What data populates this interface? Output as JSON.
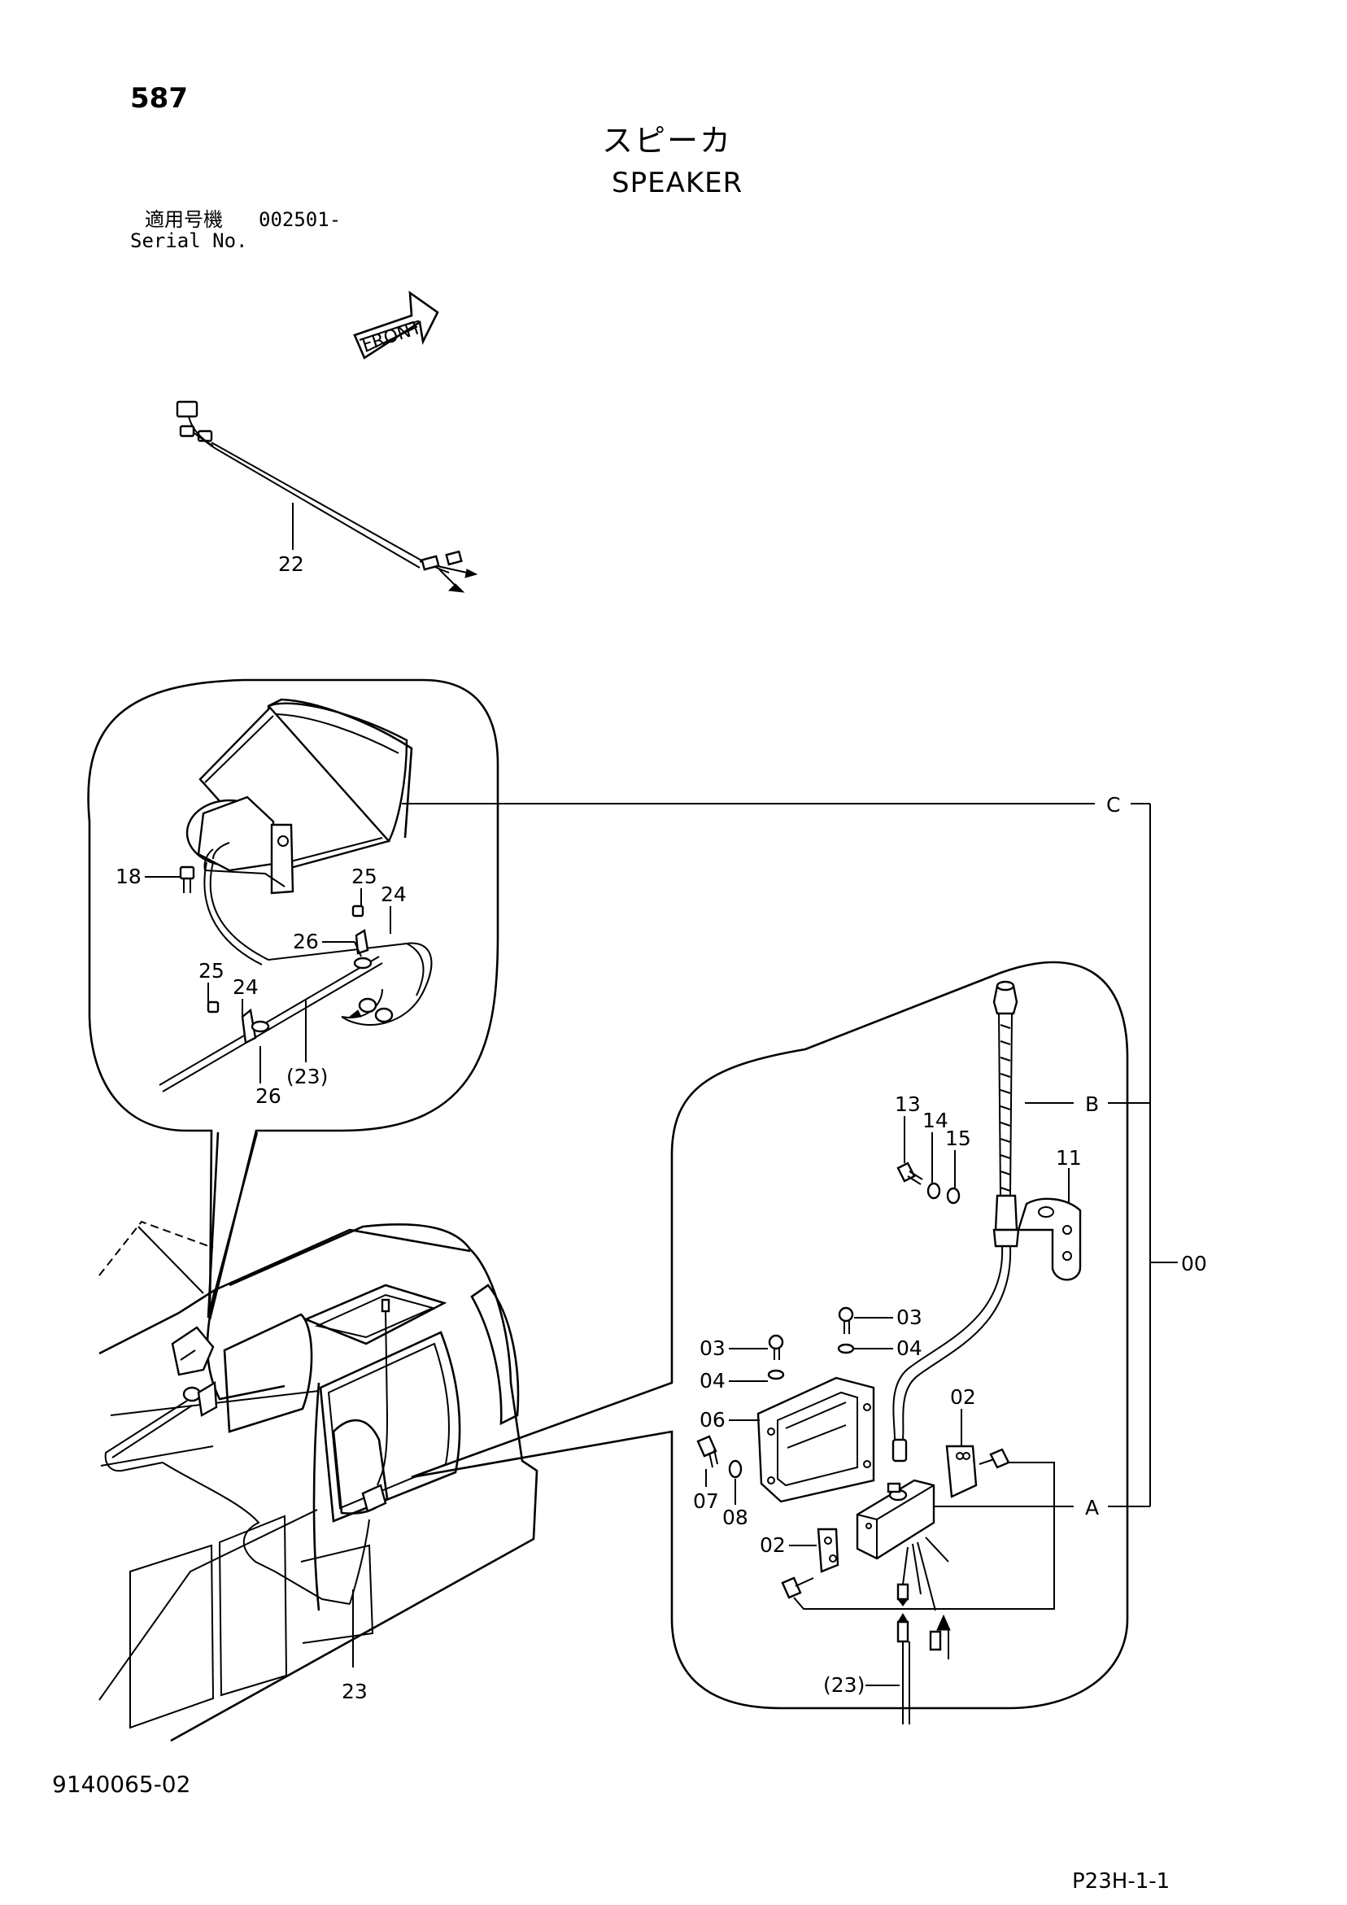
{
  "header": {
    "page_number": "587",
    "title_ja": "スピーカ",
    "title_en": "SPEAKER",
    "serial_label_ja": "適用号機",
    "serial_value": "002501-",
    "serial_label_en": "Serial No."
  },
  "footer": {
    "doc_number": "9140065-02",
    "page_code": "P23H-1-1"
  },
  "diagram": {
    "front_label": "FRONT",
    "callouts": {
      "c22": "22",
      "c18": "18",
      "c25a": "25",
      "c24a": "24",
      "c26a": "26",
      "c25b": "25",
      "c24b": "24",
      "c26b": "26",
      "c23a": "(23)",
      "c23": "23",
      "c13": "13",
      "c14": "14",
      "c15": "15",
      "c11": "11",
      "c03a": "03",
      "c03b": "03",
      "c04a": "04",
      "c04b": "04",
      "c06": "06",
      "c07": "07",
      "c08": "08",
      "c02a": "02",
      "c02b": "02",
      "c23b": "(23)",
      "cC": "C",
      "cB": "B",
      "cA": "A",
      "c00": "00"
    }
  }
}
